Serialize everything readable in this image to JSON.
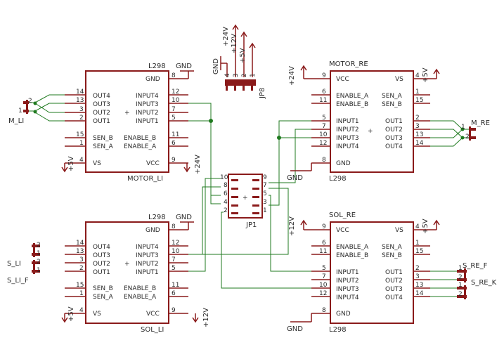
{
  "colors": {
    "component": "#8a1a1a",
    "wire": "#1f7a1f",
    "text": "#2a2a2a",
    "pin": "#8a1a1a"
  },
  "chip": {
    "pin_names": {
      "gnd": "GND",
      "out4": "OUT4",
      "out3": "OUT3",
      "out2": "OUT2",
      "out1": "OUT1",
      "input4": "INPUT4",
      "input3": "INPUT3",
      "input2": "INPUT2",
      "input1": "INPUT1",
      "sen_b": "SEN_B",
      "sen_a": "SEN_A",
      "enable_b": "ENABLE_B",
      "enable_a": "ENABLE_A",
      "vs": "VS",
      "vcc": "VCC"
    },
    "pin_numbers": {
      "gnd": "8",
      "vcc": "9",
      "vs": "4",
      "out4": "14",
      "out3": "13",
      "out2": "3",
      "out1": "2",
      "input4": "12",
      "input3": "10",
      "input2": "7",
      "input1": "5",
      "sen_b": "15",
      "sen_a": "1",
      "enable_b": "11",
      "enable_a": "6"
    },
    "value": "L298"
  },
  "parts": {
    "motor_li": "MOTOR_LI",
    "motor_re": "MOTOR_RE",
    "sol_li": "SOL_LI",
    "sol_re": "SOL_RE",
    "jp1": "JP1",
    "jp8": "JP8",
    "m_li": "M_LI",
    "m_re": "M_RE",
    "s_li": "S_LI",
    "s_li_f": "S_LI_F",
    "s_re_f": "S_RE_F",
    "s_re_k": "S_RE_K"
  },
  "power": {
    "gnd": "GND",
    "p5": "+5V",
    "p12": "+12V",
    "p24": "+24V"
  },
  "header_pins": {
    "jp1_left": [
      "10",
      "8",
      "6",
      "4",
      "2"
    ],
    "jp1_right": [
      "9",
      "7",
      "5",
      "3",
      "1"
    ],
    "jp8": [
      "4",
      "3",
      "2",
      "1"
    ],
    "two": [
      "1",
      "2"
    ]
  }
}
